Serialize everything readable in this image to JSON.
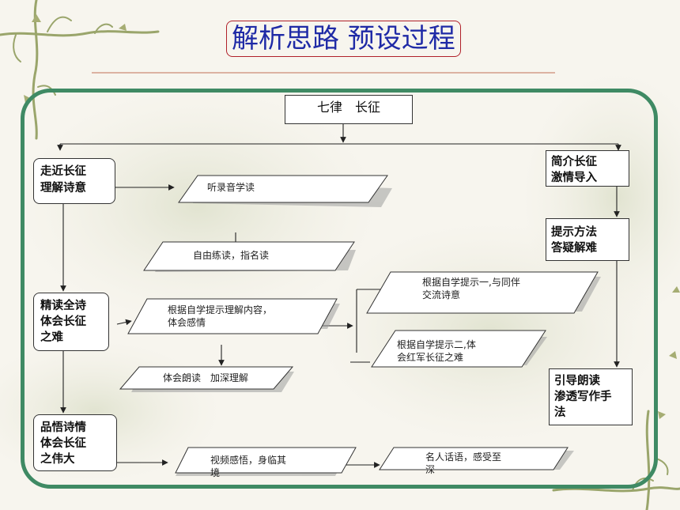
{
  "title": "解析思路 预设过程",
  "top_node": "七律　长征",
  "left_nodes": {
    "n1": [
      "走近长征",
      "理解诗意"
    ],
    "n2": [
      "精读全诗",
      "体会长征",
      "之难"
    ],
    "n3": [
      "品悟诗情",
      "体会长征",
      "之伟大"
    ]
  },
  "right_nodes": {
    "r1": [
      "简介长征",
      "激情导入"
    ],
    "r2": [
      "提示方法",
      "答疑解难"
    ],
    "r3": [
      "引导朗读",
      "渗透写作手",
      "法"
    ]
  },
  "activities": {
    "a1": "听录音学读",
    "a2": "自由练读，指名读",
    "a3": [
      "根据自学提示理解内容，",
      "体会感情"
    ],
    "a4": [
      "根据自学提示一,与同伴",
      "交流诗意"
    ],
    "a5": [
      "根据自学提示二,体",
      "会红军长征之难"
    ],
    "a6": "体会朗读　加深理解",
    "a7": [
      "视频感悟，身临其",
      "境"
    ],
    "a8": [
      "名人话语，感受至",
      "深"
    ]
  }
}
